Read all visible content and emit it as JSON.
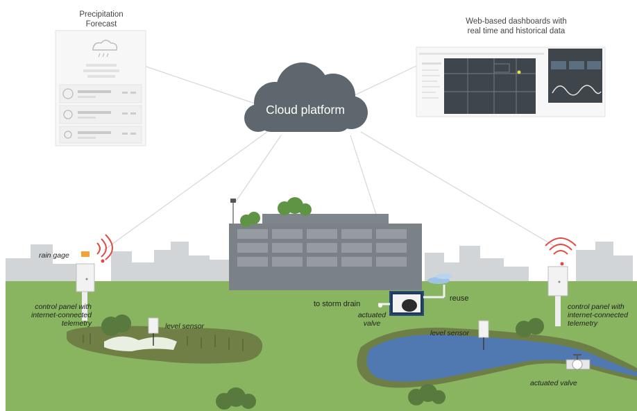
{
  "forecast": {
    "title_line1": "Precipitation",
    "title_line2": "Forecast"
  },
  "dashboards": {
    "title_line1": "Web-based dashboards with",
    "title_line2": "real time and historical data"
  },
  "cloud": {
    "label": "Cloud platform"
  },
  "left_site": {
    "rain_gage": "rain gage",
    "control_panel_line1": "control panel with",
    "control_panel_line2": "internet-connected",
    "control_panel_line3": "telemetry",
    "level_sensor": "level sensor"
  },
  "center_site": {
    "storm_drain": "to storm drain",
    "reuse": "reuse",
    "valve_line1": "actuated",
    "valve_line2": "valve"
  },
  "right_site": {
    "control_panel_line1": "control panel with",
    "control_panel_line2": "internet-connected",
    "control_panel_line3": "telemetry",
    "level_sensor": "level sensor",
    "actuated_valve": "actuated valve"
  },
  "colors": {
    "grass": "#89b560",
    "grass_dark": "#6e9a4a",
    "skyline": "#cfd3d6",
    "building": "#7b8287",
    "cloud": "#5d676d",
    "water": "#4f79b0",
    "wifi": "#e04a3f",
    "rain_gage": "#f0a33a",
    "connector": "#cfd4d8"
  }
}
